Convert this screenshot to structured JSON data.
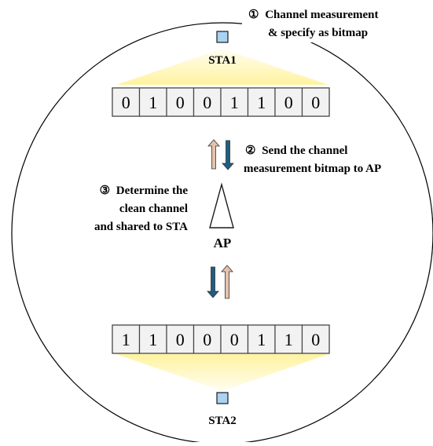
{
  "stations": {
    "sta1": {
      "label": "STA1",
      "bits": [
        "0",
        "1",
        "0",
        "0",
        "1",
        "1",
        "0",
        "0"
      ]
    },
    "sta2": {
      "label": "STA2",
      "bits": [
        "1",
        "1",
        "0",
        "0",
        "0",
        "1",
        "1",
        "0"
      ]
    },
    "ap": {
      "label": "AP"
    }
  },
  "steps": {
    "step1": {
      "marker": "①",
      "line1": "Channel measurement",
      "line2": "& specify as bitmap"
    },
    "step2": {
      "marker": "②",
      "line1": "Send the channel",
      "line2": "measurement bitmap to AP"
    },
    "step3": {
      "marker": "③",
      "line1": "Determine the",
      "line2": "clean channel",
      "line3": "and shared to STA"
    }
  },
  "colors": {
    "station_fill": "#a9d3f0",
    "beam": "#fff3a0",
    "arrow_up": "#e6c2ad",
    "arrow_down": "#1f5d82",
    "bitmap_fill": "#f2f2f2"
  }
}
